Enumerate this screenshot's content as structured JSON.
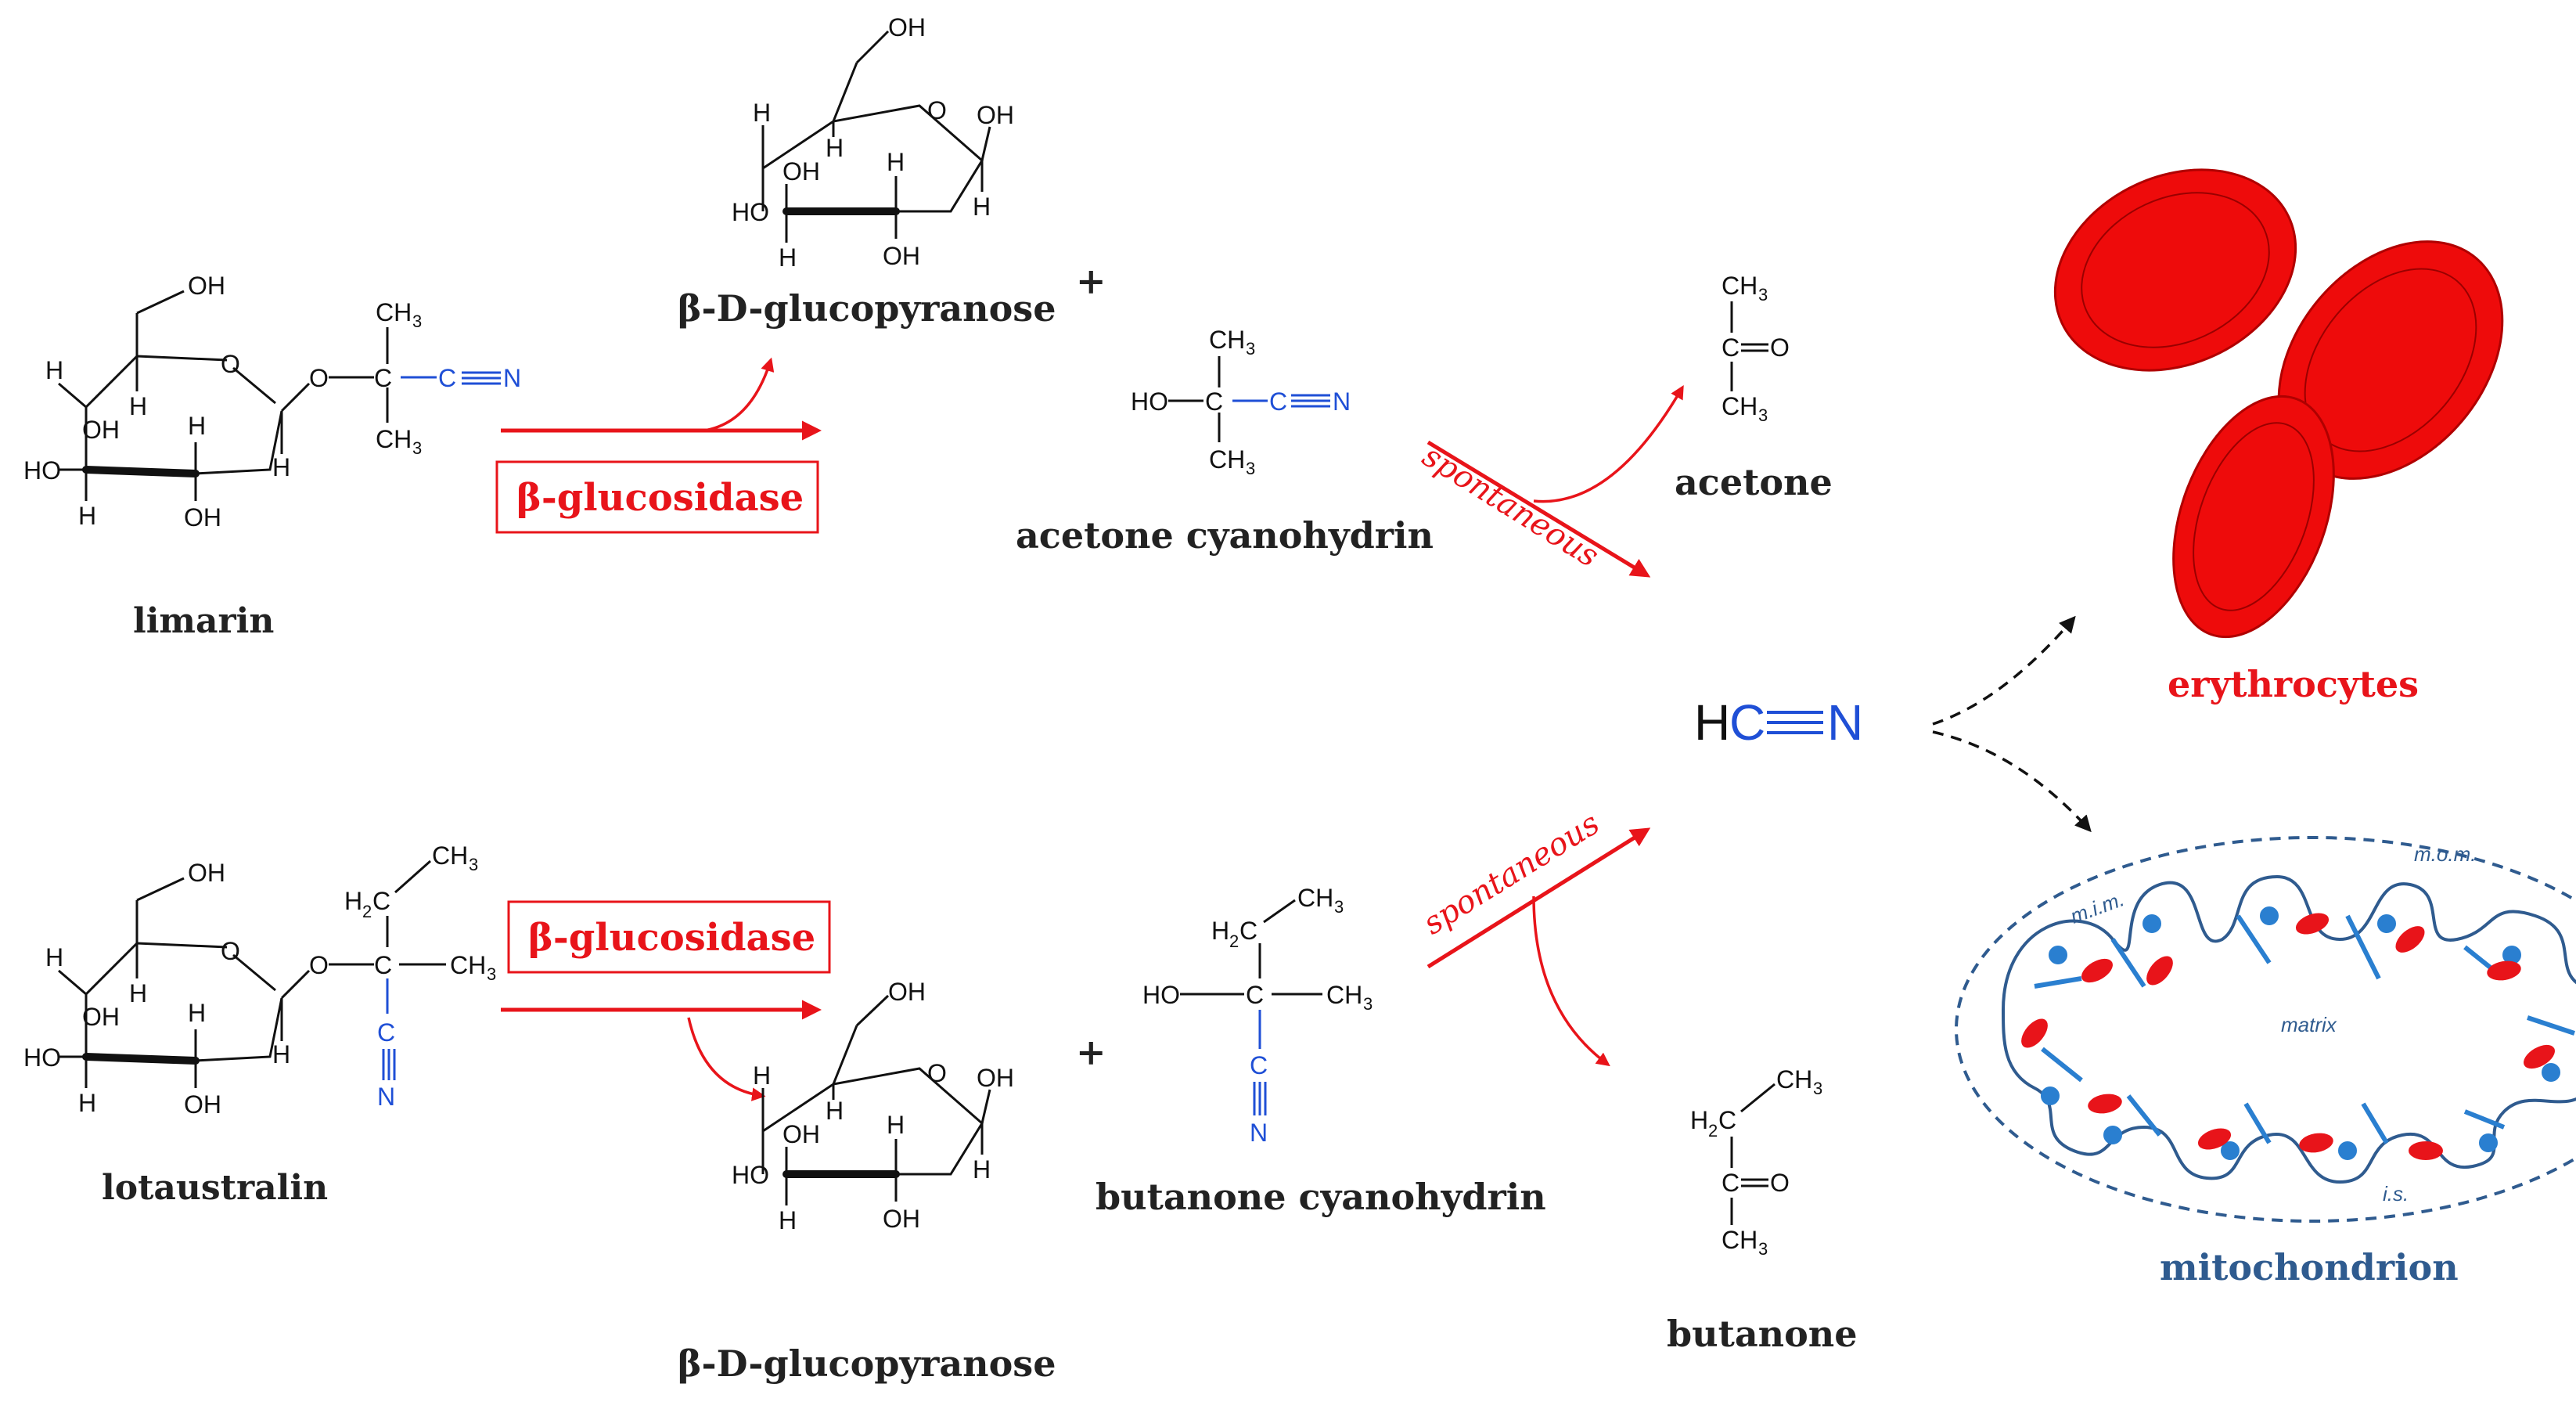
{
  "labels": {
    "limarin": "limarin",
    "lotaustralin": "lotaustralin",
    "glucopyranose_top": "β-D-glucopyranose",
    "glucopyranose_bottom": "β-D-glucopyranose",
    "acetone_cyanohydrin": "acetone cyanohydrin",
    "butanone_cyanohydrin": "butanone cyanohydrin",
    "acetone": "acetone",
    "butanone": "butanone",
    "erythrocytes": "erythrocytes",
    "mitochondrion": "mitochondrion",
    "plus_top": "+",
    "plus_bottom": "+"
  },
  "enzymes": {
    "top": "β-glucosidase",
    "bottom": "β-glucosidase"
  },
  "spontaneous": {
    "top": "spontaneous",
    "bottom": "spontaneous"
  },
  "hcn": {
    "h": "H",
    "c": "C",
    "n": "N"
  },
  "mitochondrion_labels": {
    "mom": "m.o.m.",
    "mim": "m.i.m.",
    "matrix": "matrix",
    "is": "i.s."
  },
  "atoms": {
    "OH": "OH",
    "HO": "HO",
    "H": "H",
    "O": "O",
    "C": "C",
    "N": "N",
    "CH3": "CH",
    "H2C": "H",
    "sub3": "3",
    "sub2": "2",
    "triple": "≡",
    "dbl": "="
  },
  "colors": {
    "red": "#e8141a",
    "blue": "#1f4fd6",
    "mito_blue": "#2f5b8f",
    "erythrocyte": "#ee0b0b"
  }
}
